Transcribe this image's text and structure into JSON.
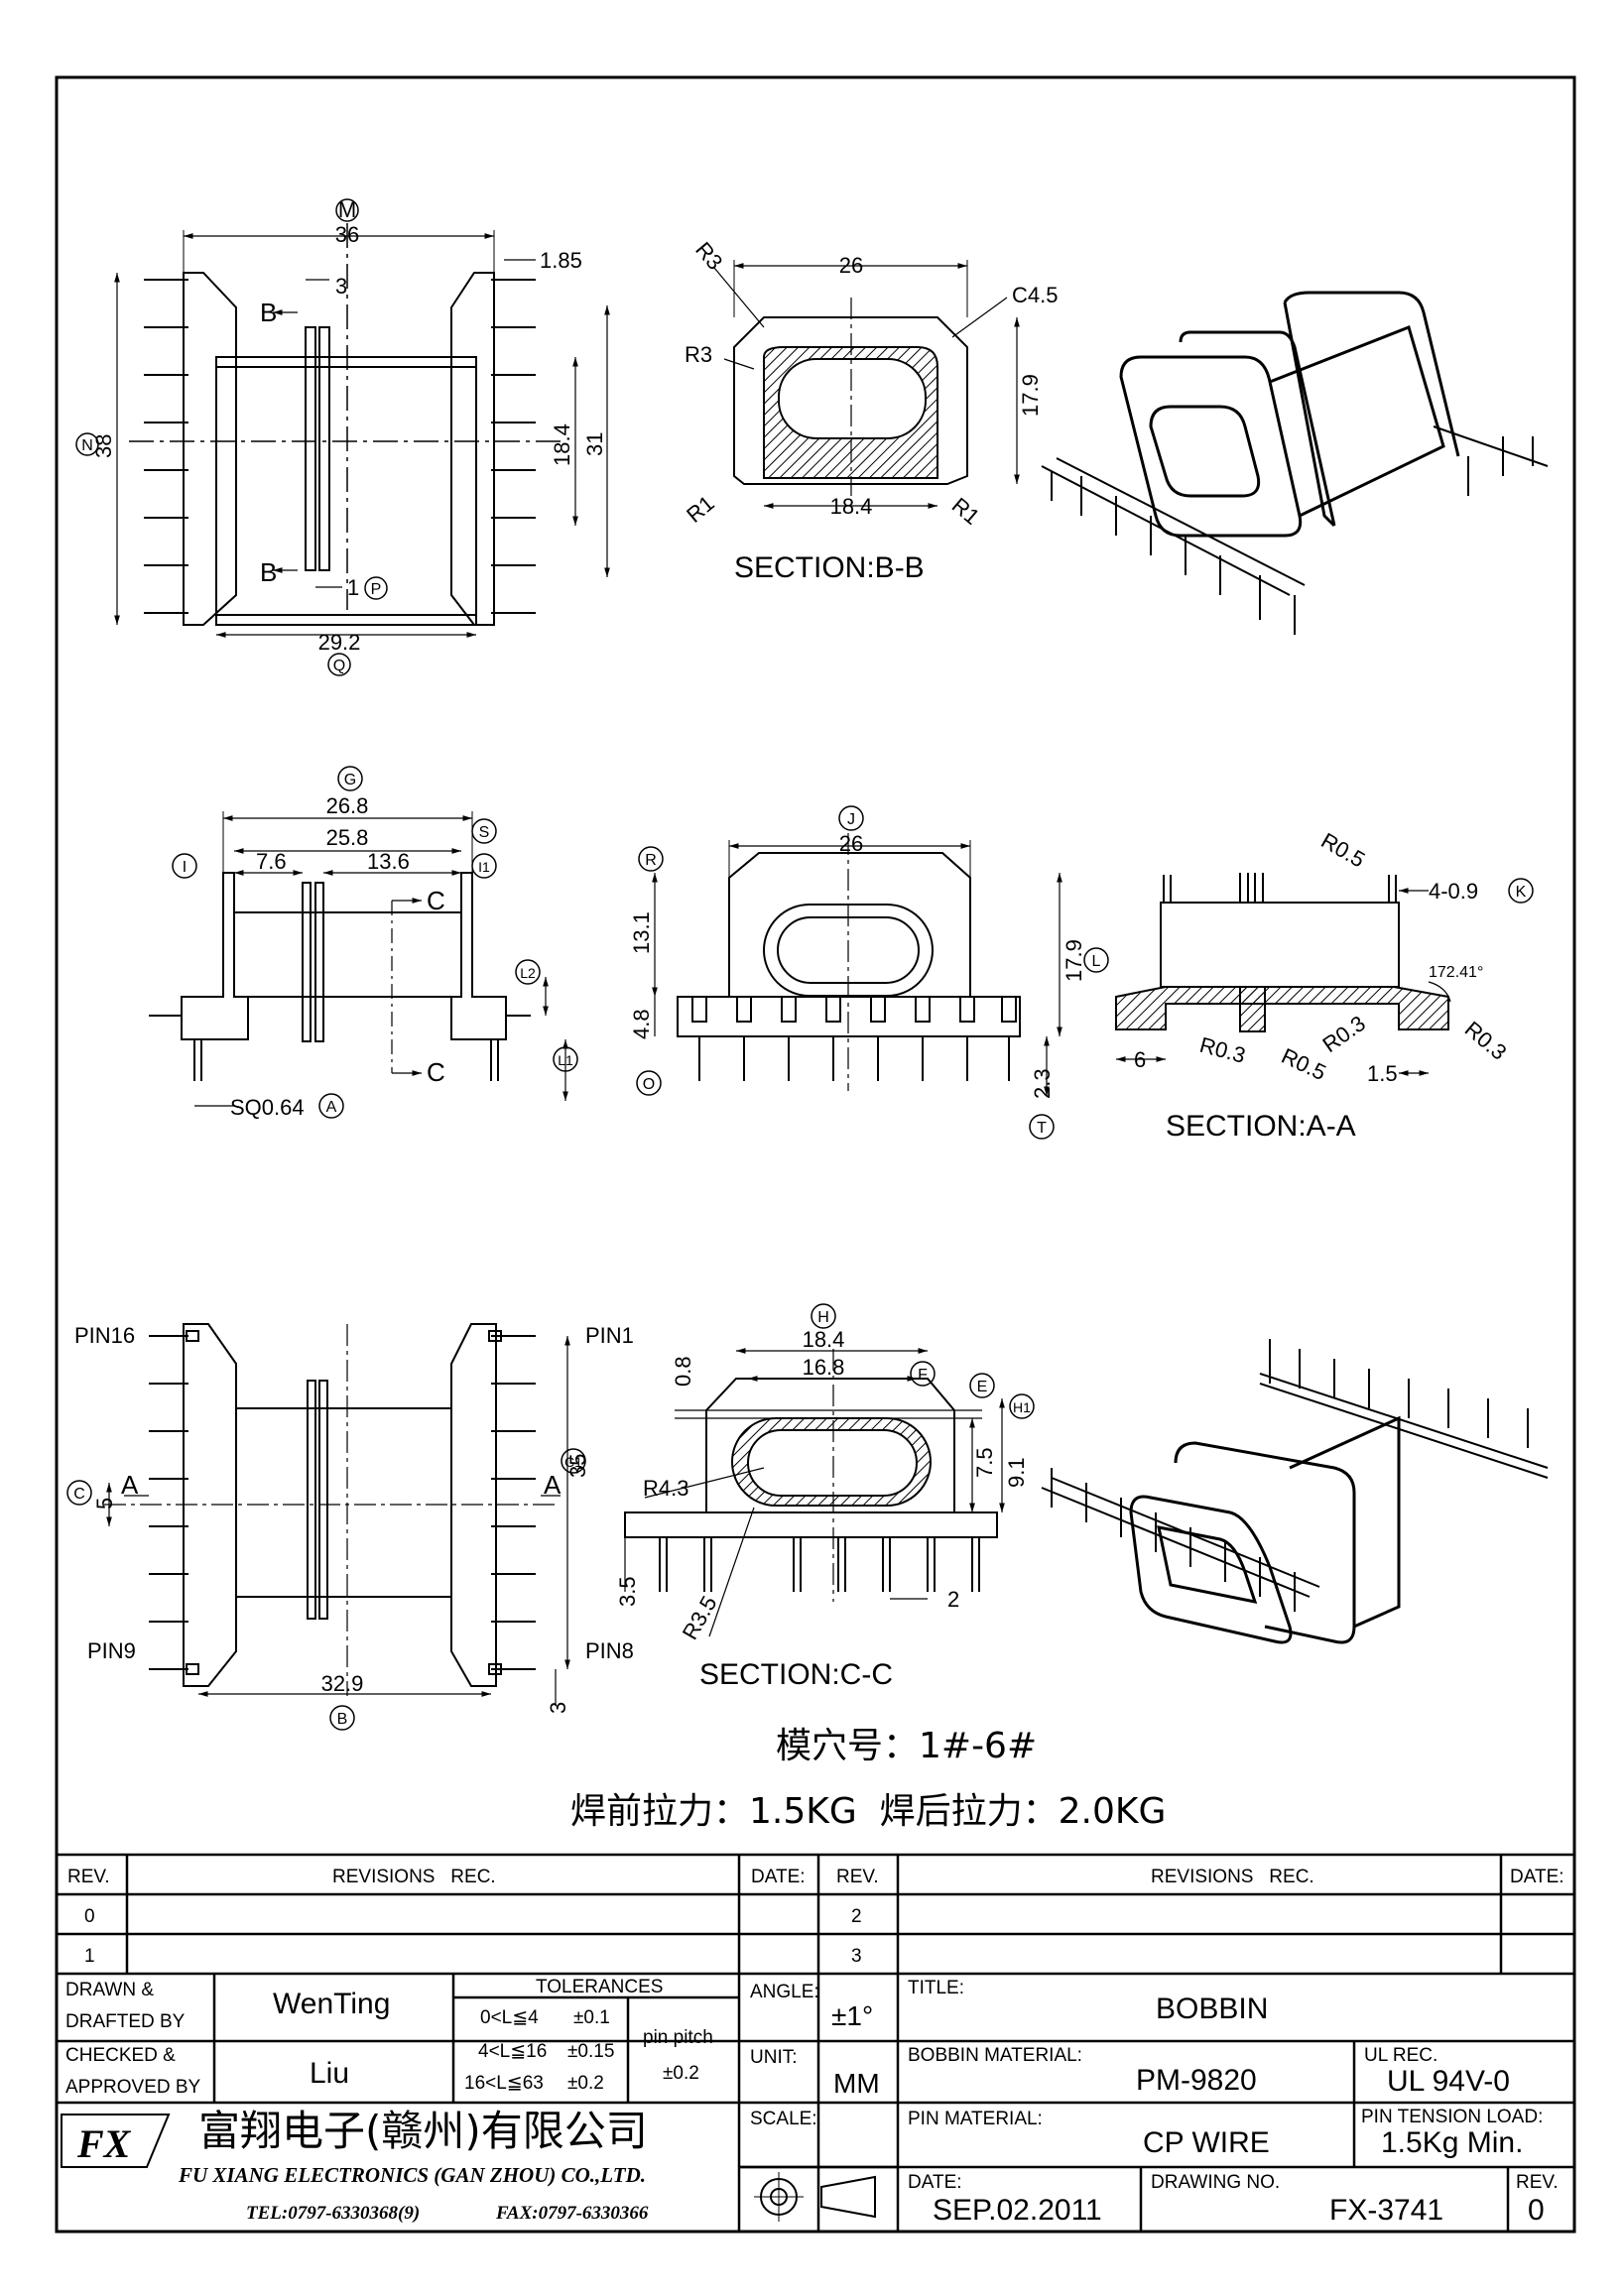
{
  "view_top_left": {
    "dims": {
      "m": "36",
      "n": "38",
      "d1_85": "1.85",
      "d3": "3",
      "d18_4": "18.4",
      "d31": "31",
      "d29_2": "29.2",
      "d1": "1"
    },
    "markers": {
      "m": "M",
      "n": "N",
      "p": "P",
      "q": "Q"
    },
    "section_letter": "B"
  },
  "section_bb": {
    "dims": {
      "r3a": "R3",
      "r3b": "R3",
      "d26": "26",
      "c4_5": "C4.5",
      "d17_9": "17.9",
      "r1a": "R1",
      "r1b": "R1",
      "d18_4": "18.4"
    },
    "caption": "SECTION:B-B"
  },
  "view_mid_left": {
    "dims": {
      "d26_8": "26.8",
      "d25_8": "25.8",
      "d7_6": "7.6",
      "d13_6": "13.6",
      "sq": "SQ0.64"
    },
    "markers": {
      "g": "G",
      "s": "S",
      "i": "I",
      "i1": "I1",
      "l2": "L2",
      "l1": "L1",
      "a": "A"
    },
    "section_letter": "C"
  },
  "view_mid_center": {
    "dims": {
      "d26": "26",
      "d13_1": "13.1",
      "d17_9": "17.9",
      "d4_8": "4.8",
      "d2_3": "2.3"
    },
    "markers": {
      "j": "J",
      "r": "R",
      "l": "L",
      "o": "O",
      "t": "T"
    }
  },
  "section_aa": {
    "dims": {
      "r0_5a": "R0.5",
      "pins": "4-0.9",
      "angle": "172.41°",
      "r0_3a": "R0.3",
      "r0_5b": "R0.5",
      "r0_3b": "R0.3",
      "r0_3c": "R0.3",
      "d6": "6",
      "d1_5": "1.5"
    },
    "markers": {
      "k": "K"
    },
    "caption": "SECTION:A-A"
  },
  "view_bottom_left": {
    "pins": {
      "p16": "PIN16",
      "p1": "PIN1",
      "p9": "PIN9",
      "p8": "PIN8"
    },
    "dims": {
      "d5": "5",
      "d35": "35",
      "d32_9": "32.9",
      "d3": "3"
    },
    "markers": {
      "c": "C",
      "c1": "C1",
      "b": "B"
    },
    "section_letter": "A"
  },
  "section_cc": {
    "dims": {
      "d18_4": "18.4",
      "d16_8": "16.8",
      "d0_8": "0.8",
      "d7_5": "7.5",
      "d9_1": "9.1",
      "r4_3": "R4.3",
      "r3_5": "R3.5",
      "d3_5": "3.5",
      "d2": "2"
    },
    "markers": {
      "h": "H",
      "f": "F",
      "e": "E",
      "h1": "H1"
    },
    "caption": "SECTION:C-C"
  },
  "notes": {
    "cavity": "模穴号：1#-6#",
    "pull": "焊前拉力：1.5KG  焊后拉力：2.0KG"
  },
  "title_block": {
    "rev_header": "REV.",
    "revisions_header": "REVISIONS   REC.",
    "date_header": "DATE:",
    "rev_rows": [
      "0",
      "1"
    ],
    "rev_rows_right": [
      "2",
      "3"
    ],
    "drawn_label": "DRAWN &",
    "drafted_label": "DRAFTED BY",
    "drawn_by": "WenTing",
    "checked_label": "CHECKED &",
    "approved_label": "APPROVED BY",
    "checked_by": "Liu",
    "tolerances_title": "TOLERANCES",
    "tol_rows": [
      {
        "range": "0<L≦4",
        "tol": "±0.1"
      },
      {
        "range": "4<L≦16",
        "tol": "±0.15"
      },
      {
        "range": "16<L≦63",
        "tol": "±0.2"
      }
    ],
    "pin_pitch_label": "pin pitch",
    "pin_pitch_tol": "±0.2",
    "angle_label": "ANGLE:",
    "angle_value": "±1°",
    "unit_label": "UNIT:",
    "unit_value": "MM",
    "scale_label": "SCALE:",
    "title_label": "TITLE:",
    "title_value": "BOBBIN",
    "bobbin_material_label": "BOBBIN MATERIAL:",
    "bobbin_material_value": "PM-9820",
    "ul_label": "UL REC.",
    "ul_value": "UL 94V-0",
    "pin_material_label": "PIN MATERIAL:",
    "pin_material_value": "CP WIRE",
    "pin_tension_label": "PIN TENSION LOAD:",
    "pin_tension_value": "1.5Kg Min.",
    "date_label": "DATE:",
    "date_value": "SEP.02.2011",
    "drawing_no_label": "DRAWING NO.",
    "drawing_no_value": "FX-3741",
    "rev_label": "REV.",
    "rev_value": "0",
    "company_cn": "富翔电子(赣州)有限公司",
    "company_en": "FU XIANG ELECTRONICS (GAN ZHOU) CO.,LTD.",
    "tel": "TEL:0797-6330368(9)",
    "fax": "FAX:0797-6330366",
    "logo_text": "FX"
  }
}
